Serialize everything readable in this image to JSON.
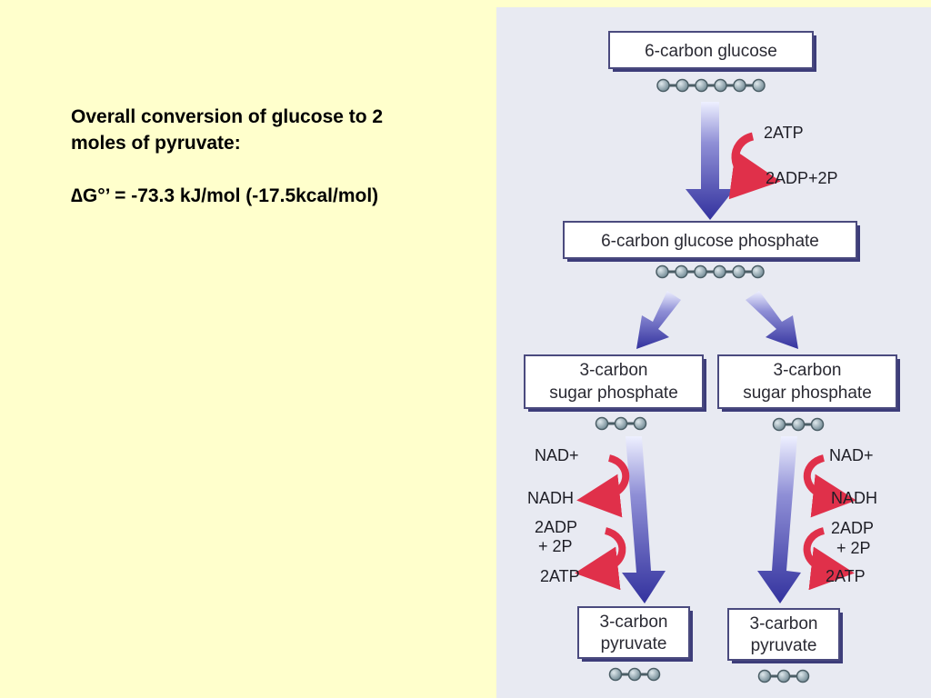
{
  "slide": {
    "heading_line1": "Overall conversion of glucose to 2",
    "heading_line2": "moles of pyruvate:",
    "delta_symbol": "∆",
    "equation": "G°’ = -73.3 kJ/mol (-17.5kcal/mol)"
  },
  "diagram": {
    "glucose": "6-carbon glucose",
    "glucose_phosphate": "6-carbon glucose phosphate",
    "sugar_phosphate_line1": "3-carbon",
    "sugar_phosphate_line2": "sugar phosphate",
    "pyruvate_line1": "3-carbon",
    "pyruvate_line2": "pyruvate",
    "atp_in": "2ATP",
    "adp_out": "2ADP+2P",
    "nad": "NAD+",
    "nadh": "NADH",
    "adp_in_line1": "2ADP",
    "adp_in_line2": "+ 2P",
    "atp_out": "2ATP",
    "colors": {
      "flow_arrow": "#3b3aa5",
      "curved_arrow": "#e0304a",
      "carbon_bead": "#8ea6b0"
    }
  }
}
